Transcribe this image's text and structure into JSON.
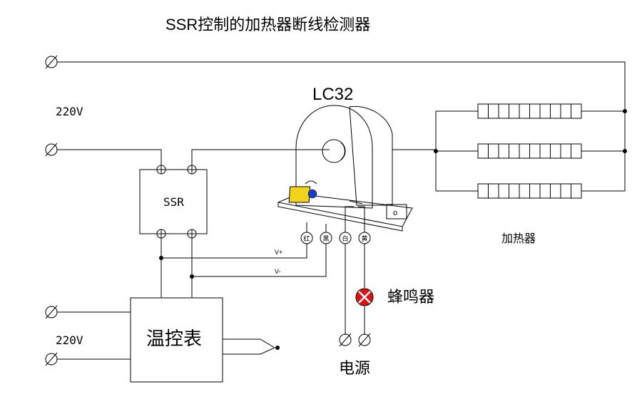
{
  "title": "SSR控制的加热器断线检测器",
  "sensor_label": "LC32",
  "voltage_top": "220V",
  "voltage_bottom": "220V",
  "ssr_label": "SSR",
  "controller_label": "温控表",
  "heater_label": "加热器",
  "buzzer_label": "蜂鸣器",
  "power_label": "电源",
  "vplus_label": "V+",
  "vminus_label": "V-",
  "terminals": [
    "红",
    "黑",
    "白",
    "黄"
  ],
  "colors": {
    "buzzer": "#e01010",
    "knob": "#f3d21a",
    "knob_center": "#1a3cc8"
  }
}
